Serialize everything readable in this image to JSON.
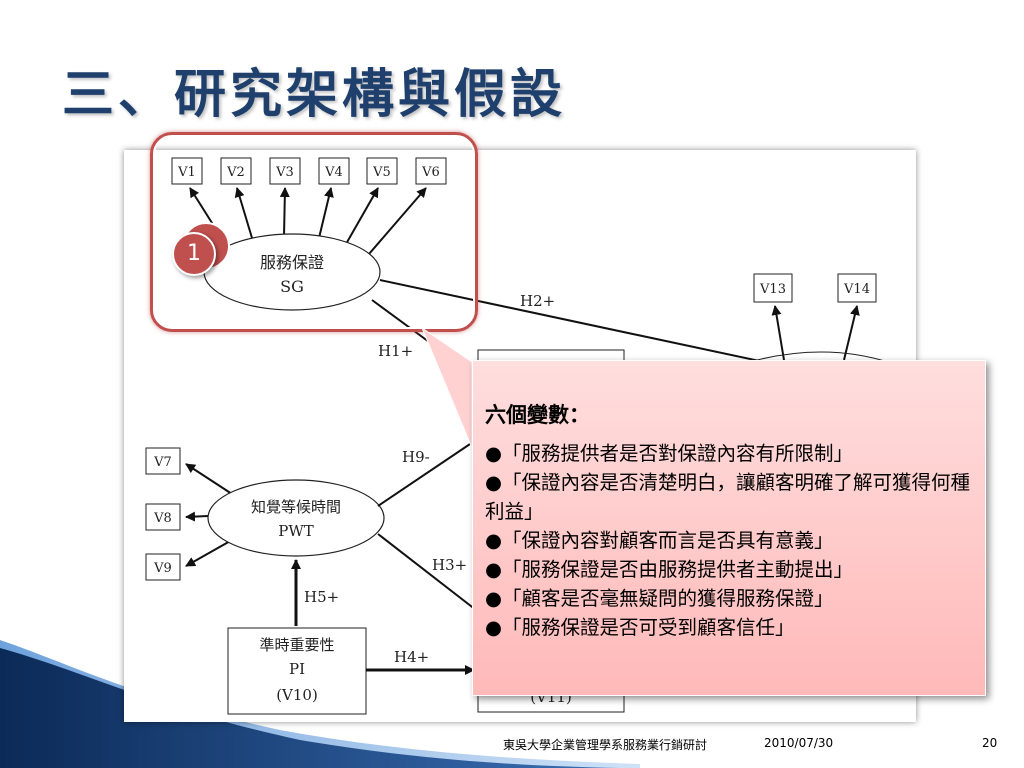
{
  "slide": {
    "title": "三、研究架構與假設",
    "page_number": "20"
  },
  "footer": {
    "organization": "東吳大學企業管理學系服務業行銷研討",
    "date": "2010/07/30"
  },
  "diagram": {
    "variables_top": [
      "V1",
      "V2",
      "V3",
      "V4",
      "V5",
      "V6"
    ],
    "variables_left": [
      "V7",
      "V8",
      "V9"
    ],
    "variables_right": [
      "V13",
      "V14"
    ],
    "construct_sg": {
      "name": "服務保證",
      "code": "SG"
    },
    "construct_pwt": {
      "name": "知覺等候時間",
      "code": "PWT"
    },
    "construct_pi": {
      "name": "準時重要性",
      "code": "PI",
      "var": "(V10)"
    },
    "partial_v11": "(V11)",
    "hypotheses": [
      "H1+",
      "H2+",
      "H3+",
      "H4+",
      "H5+",
      "H9-"
    ],
    "callout_number": "1"
  },
  "note": {
    "title": "六個變數：",
    "items": [
      "●「服務提供者是否對保證內容有所限制」",
      "●「保證內容是否清楚明白，讓顧客明確了解可獲得何種利益」",
      "●「保證內容對顧客而言是否具有意義」",
      "●「服務保證是否由服務提供者主動提出」",
      "●「顧客是否毫無疑問的獲得服務保證」",
      "●「服務保證是否可受到顧客信任」"
    ]
  },
  "colors": {
    "title": "#1f3f6d",
    "highlight": "#c0504d",
    "note_background": "#ffcaca"
  }
}
